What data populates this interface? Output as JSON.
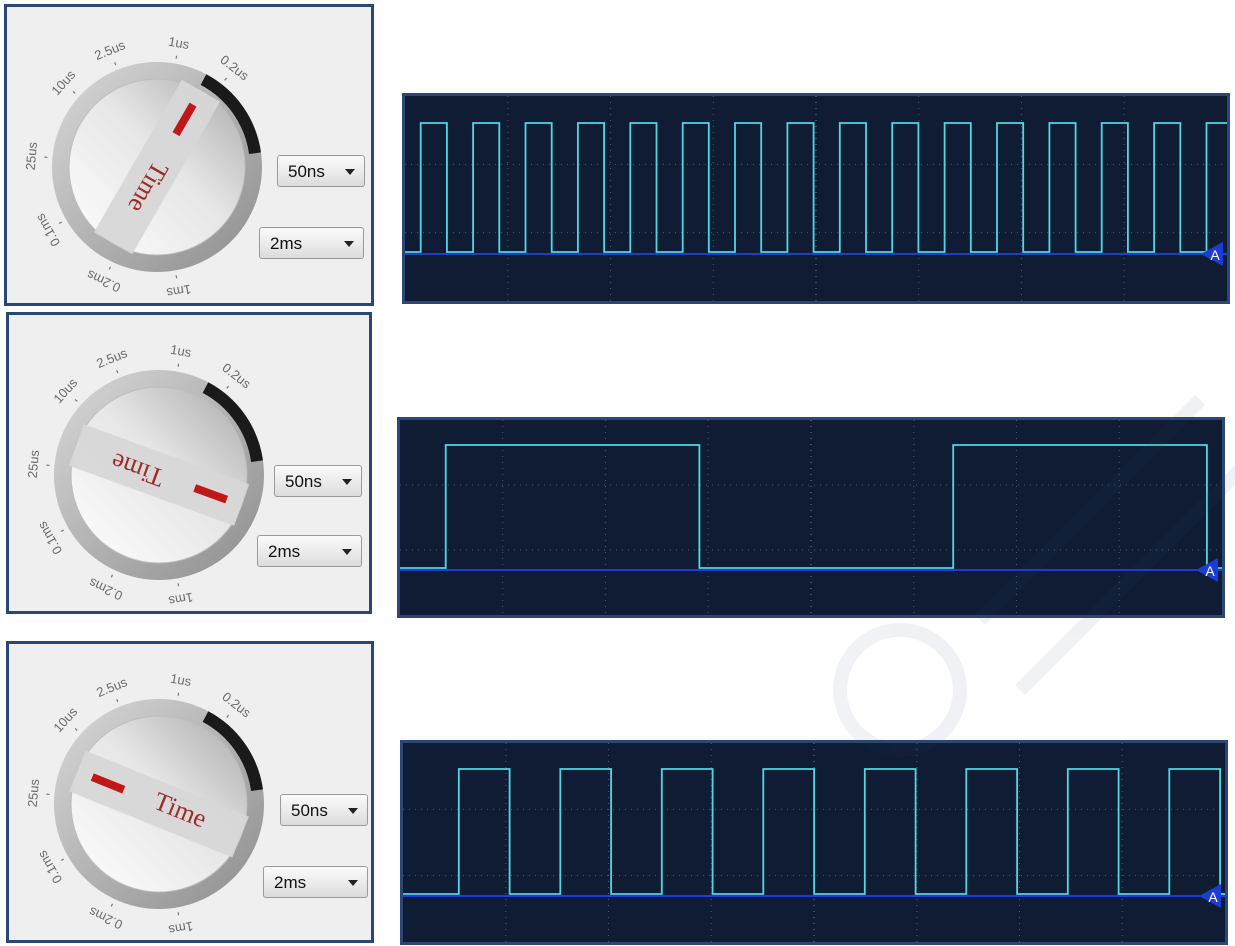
{
  "knob": {
    "scale_labels": [
      "2.5us",
      "1us",
      "0.2us",
      "10us",
      "25us",
      "0.1ms",
      "0.2ms",
      "1ms"
    ],
    "label": "Time"
  },
  "panels": [
    {
      "upper_select": "50ns",
      "lower_select": "2ms",
      "knob_rotation_deg": 210,
      "marker_label": "A",
      "waveform": {
        "type": "square",
        "cycles_visible": 15.5
      }
    },
    {
      "upper_select": "50ns",
      "lower_select": "2ms",
      "knob_rotation_deg": -70,
      "marker_label": "A",
      "waveform": {
        "type": "square",
        "cycles_visible": 1.6
      }
    },
    {
      "upper_select": "50ns",
      "lower_select": "2ms",
      "knob_rotation_deg": 112,
      "marker_label": "A",
      "waveform": {
        "type": "square",
        "cycles_visible": 8
      }
    }
  ],
  "colors": {
    "frame": "#2b4775",
    "screen": "#0f1c34",
    "trace": "#4fd8e0",
    "marker": "#1c3cd6",
    "knob_needle": "#c01818"
  }
}
